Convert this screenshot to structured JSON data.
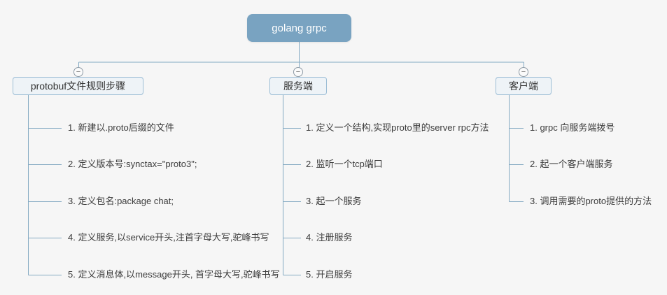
{
  "root": {
    "label": "golang grpc"
  },
  "branches": [
    {
      "label": "protobuf文件规则步骤",
      "items": [
        "1. 新建以.proto后缀的文件",
        "2. 定义版本号:synctax=\"proto3\";",
        "3. 定义包名:package chat;",
        "4. 定义服务,以service开头,注首字母大写,驼峰书写",
        "5. 定义消息体,以message开头, 首字母大写,驼峰书写"
      ]
    },
    {
      "label": "服务端",
      "items": [
        "1. 定义一个结构,实现proto里的server rpc方法",
        "2. 监听一个tcp端口",
        "3. 起一个服务",
        "4. 注册服务",
        "5. 开启服务"
      ]
    },
    {
      "label": "客户端",
      "items": [
        "1. grpc 向服务端拨号",
        "2. 起一个客户端服务",
        "3. 调用需要的proto提供的方法"
      ]
    }
  ],
  "icons": {
    "collapse": "−"
  },
  "colors": {
    "root_fill": "#79a3c1",
    "root_text": "#ffffff",
    "connector_line": "#83a9c2",
    "branch_border": "#9dbed6",
    "branch_fill": "#eef3f7",
    "text": "#3c3c3c",
    "background": "#f6f6f6"
  }
}
